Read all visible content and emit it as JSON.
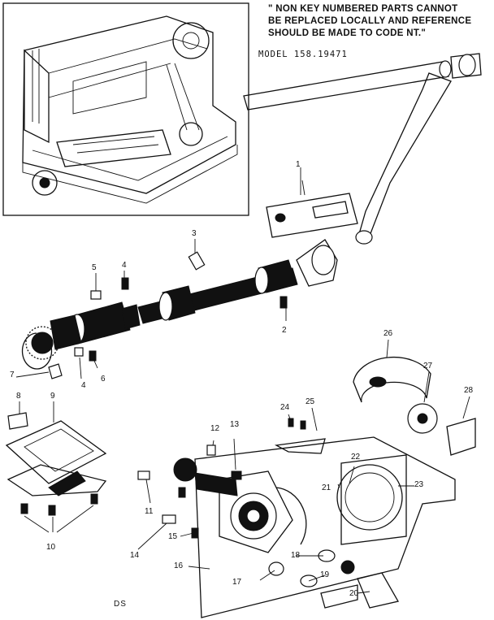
{
  "note_lines": [
    "\" NON KEY NUMBERED PARTS CANNOT",
    "BE REPLACED LOCALLY AND REFERENCE",
    "SHOULD BE MADE TO CODE NT.\""
  ],
  "model_label": "MODEL 158.19471",
  "code_label": "DS",
  "callouts": {
    "c1": "1",
    "c2": "2",
    "c3": "3",
    "c4a": "4",
    "c4b": "4",
    "c5": "5",
    "c6": "6",
    "c7": "7",
    "c8": "8",
    "c9": "9",
    "c10": "10",
    "c11": "11",
    "c12": "12",
    "c13": "13",
    "c14": "14",
    "c15": "15",
    "c16": "16",
    "c17": "17",
    "c18": "18",
    "c19": "19",
    "c20": "20",
    "c21": "21",
    "c22": "22",
    "c23": "23",
    "c24": "24",
    "c25": "25",
    "c26": "26",
    "c27": "27",
    "c28": "28"
  }
}
